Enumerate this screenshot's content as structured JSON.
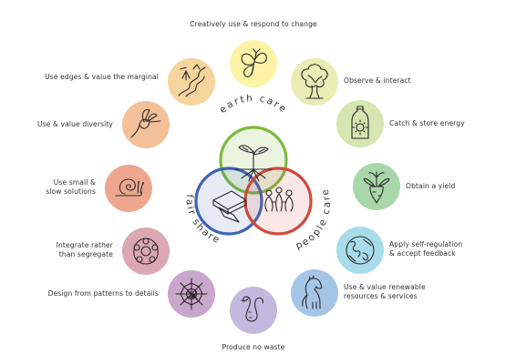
{
  "ethics": {
    "earth_care": "earth care",
    "fair_share": "fair share",
    "people_care": "people care"
  },
  "ethic_colors": {
    "earth_care": "#7dba3c",
    "fair_share": "#3e63b5",
    "people_care": "#cf4a3a"
  },
  "principles": [
    {
      "id": "creatively-use",
      "label": "Creatively use & respond to change",
      "color": "#fff3a6",
      "icon": "butterfly-icon"
    },
    {
      "id": "observe",
      "label": "Observe & interact",
      "color": "#e9ecb4",
      "icon": "tree-icon"
    },
    {
      "id": "catch-store",
      "label": "Catch & store energy",
      "color": "#d5e6b0",
      "icon": "jar-sun-icon"
    },
    {
      "id": "obtain-yield",
      "label": "Obtain a yield",
      "color": "#a9d7a9",
      "icon": "carrot-icon"
    },
    {
      "id": "self-regulation",
      "label": "Apply self-regulation\n& accept feedback",
      "color": "#a9dceb",
      "icon": "globe-icon"
    },
    {
      "id": "renewable",
      "label": "Use & value renewable\nresources & services",
      "color": "#a6c5e6",
      "icon": "horse-icon"
    },
    {
      "id": "no-waste",
      "label": "Produce no waste",
      "color": "#c3b9de",
      "icon": "worm-icon"
    },
    {
      "id": "patterns",
      "label": "Design from patterns to details",
      "color": "#c9a6cc",
      "icon": "spiderweb-icon"
    },
    {
      "id": "integrate",
      "label": "Integrate rather\nthan segregate",
      "color": "#dba7b0",
      "icon": "circle-of-people-icon"
    },
    {
      "id": "small-slow",
      "label": "Use small &\nslow solutions",
      "color": "#eea78e",
      "icon": "snail-icon"
    },
    {
      "id": "diversity",
      "label": "Use & value diversity",
      "color": "#f2c19a",
      "icon": "hummingbird-icon"
    },
    {
      "id": "edges",
      "label": "Use edges & value the marginal",
      "color": "#f6d49e",
      "icon": "river-icon"
    }
  ]
}
